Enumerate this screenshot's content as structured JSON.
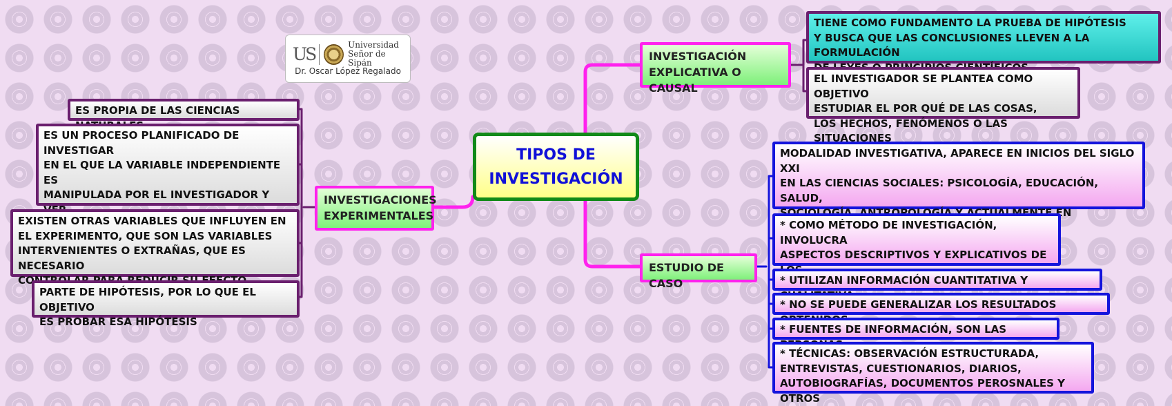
{
  "logo": {
    "mark": "US",
    "institution_line1": "Universidad",
    "institution_line2": "Señor de Sipán",
    "caption": "Dr. Oscar López Regalado"
  },
  "center": {
    "title": "TIPOS DE\nINVESTIGACIÓN"
  },
  "branches": {
    "explicativa": {
      "label": "INVESTIGACIÓN\nEXPLICATIVA O CAUSAL",
      "items": [
        "TIENE COMO FUNDAMENTO LA PRUEBA DE HIPÓTESIS\nY BUSCA QUE LAS CONCLUSIONES LLEVEN A LA FORMULACIÓN\nDE LEYES O PRINCIPIOS CIENTÍFICOS",
        "EL INVESTIGADOR SE PLANTEA COMO OBJETIVO\nESTUDIAR EL POR QUÉ DE LAS COSAS,\nLOS HECHOS, FENÓMENOS O LAS SITUACIONES"
      ]
    },
    "experimentales": {
      "label": "INVESTIGACIONES\nEXPERIMENTALES",
      "items": [
        "ES PROPIA DE LAS CIENCIAS NATURALES",
        "ES UN PROCESO PLANIFICADO DE INVESTIGAR\nEN EL QUE LA VARIABLE INDEPENDIENTE ES\nMANIPULADA POR EL INVESTIGADOR Y VER\nEL EFECTO QUE PRODUCE EN LA VARIABLE\nDEPENDIENTE.",
        "EXISTEN OTRAS VARIABLES QUE INFLUYEN EN\nEL EXPERIMENTO, QUE SON LAS VARIABLES\nINTERVENIENTES O EXTRAÑAS, QUE ES NECESARIO\nCONTROLAR PARA REDUCIR SU EFECTO",
        "PARTE DE HIPÓTESIS, POR LO QUE EL OBJETIVO\nES PROBAR ESA HIPÓTESIS"
      ]
    },
    "caso": {
      "label": "ESTUDIO DE CASO",
      "items": [
        "MODALIDAD INVESTIGATIVA, APARECE EN INICIOS DEL SIGLO XXI\nEN LAS CIENCIAS SOCIALES: PSICOLOGÍA, EDUCACIÓN, SALUD,\nSOCIOLOGÍA, ANTROPOLOGÍA Y ACTUALMENTE EN ECONOCMÍA Y\nADMINISTRACIÓN",
        "* COMO MÉTODO DE INVESTIGACIÓN, INVOLUCRA\nASPECTOS DESCRIPTIVOS Y EXPLICATIVOS DE LOS\nTEMAS OBJETOS DE ESTUDIO",
        "* UTILIZAN INFORMACIÓN CUANTITATIVA Y CUALITATIVA",
        "* NO SE PUEDE GENERALIZAR LOS RESULTADOS OBTENIDOS",
        "* FUENTES DE INFORMACIÓN, SON LAS PERSONAS",
        "* TÉCNICAS: OBSERVACIÓN ESTRUCTURADA,\nENTREVISTAS, CUESTIONARIOS, DIARIOS,\nAUTOBIOGRAFÍAS, DOCUMENTOS PEROSNALES Y OTROS"
      ]
    }
  },
  "colors": {
    "center_border": "#118a18",
    "center_text": "#1010d8",
    "branch_border": "#ff22ee",
    "left_leaf_border": "#6a1f6e",
    "caso_leaf_border": "#1414dc",
    "teal_fill": "#22c4c0"
  }
}
